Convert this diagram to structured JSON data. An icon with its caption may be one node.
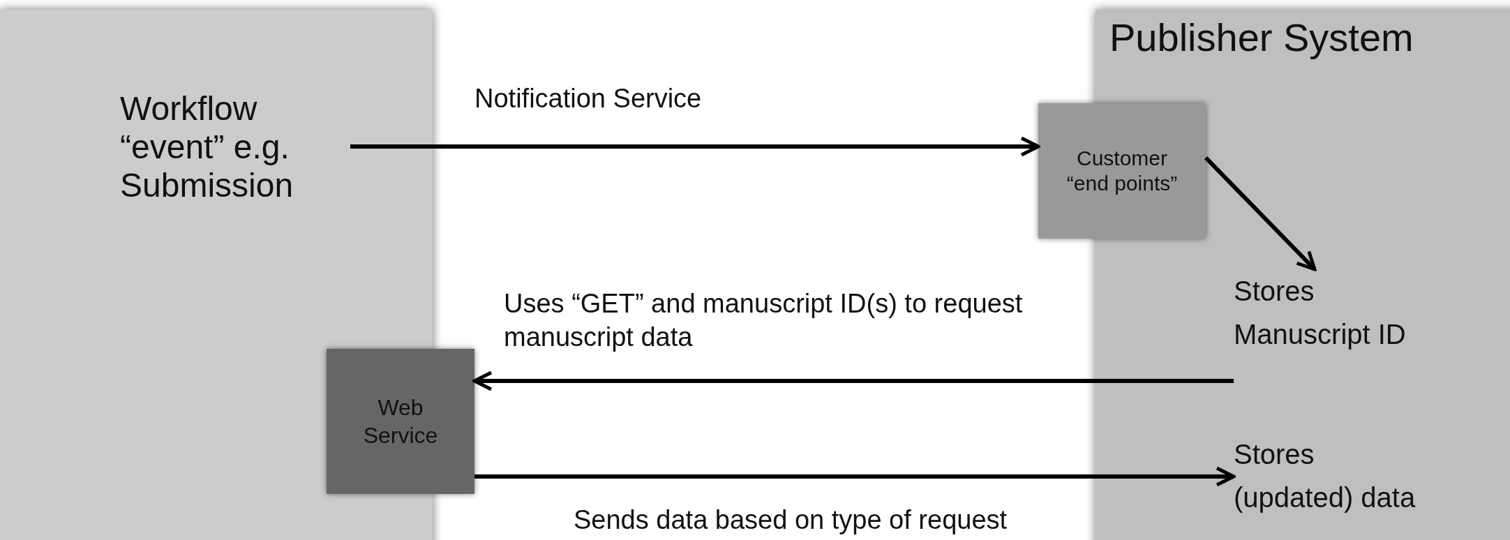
{
  "diagram": {
    "nodes": [
      {
        "text": [],
        "shape": "box"
      },
      {
        "text": [
          "Workflow “event” e.g. Submission"
        ],
        "in": 0
      },
      {
        "text": [
          "Publisher System"
        ]
      },
      {
        "text": [
          "Customer “end points”"
        ]
      },
      {
        "text": [
          "Stores Manuscript ID"
        ],
        "in": 2
      },
      {
        "text": [
          "Web Service"
        ]
      },
      {
        "text": [
          "Stores (updated) data"
        ],
        "in": 2
      }
    ],
    "edges": [
      {
        "from": 1,
        "to": 3,
        "arrow": "to",
        "label": "Notification Service"
      },
      {
        "from": 3,
        "to": 4,
        "arrow": "to"
      },
      {
        "from": 4,
        "to": 5,
        "arrow": "to",
        "label": "Uses “GET” and manuscript ID(s) to request manuscript data"
      },
      {
        "from": 5,
        "to": 6,
        "arrow": "to",
        "label": "Sends data based on type of request"
      }
    ]
  }
}
